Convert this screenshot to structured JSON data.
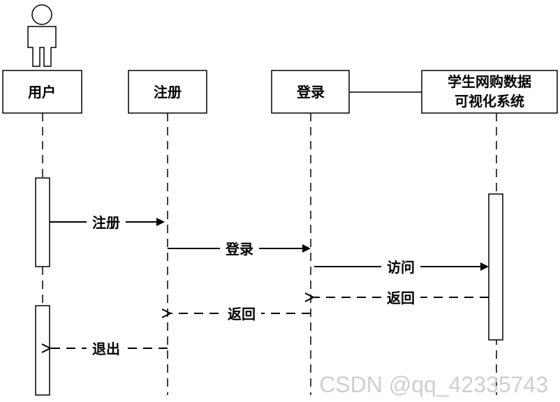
{
  "participants": [
    {
      "id": "user",
      "label": "用户",
      "actor": true
    },
    {
      "id": "register",
      "label": "注册"
    },
    {
      "id": "login",
      "label": "登录"
    },
    {
      "id": "system",
      "label_lines": [
        "学生网购数据",
        "可视化系统"
      ]
    }
  ],
  "messages": [
    {
      "id": "m1",
      "label": "注册",
      "style": "solid"
    },
    {
      "id": "m2",
      "label": "登录",
      "style": "solid"
    },
    {
      "id": "m3",
      "label": "访问",
      "style": "solid"
    },
    {
      "id": "m4",
      "label": "返回",
      "style": "dashed"
    },
    {
      "id": "m5",
      "label": "返回",
      "style": "dashed"
    },
    {
      "id": "m6",
      "label": "退出",
      "style": "dashed"
    }
  ],
  "watermark": "CSDN @qq_42335743"
}
